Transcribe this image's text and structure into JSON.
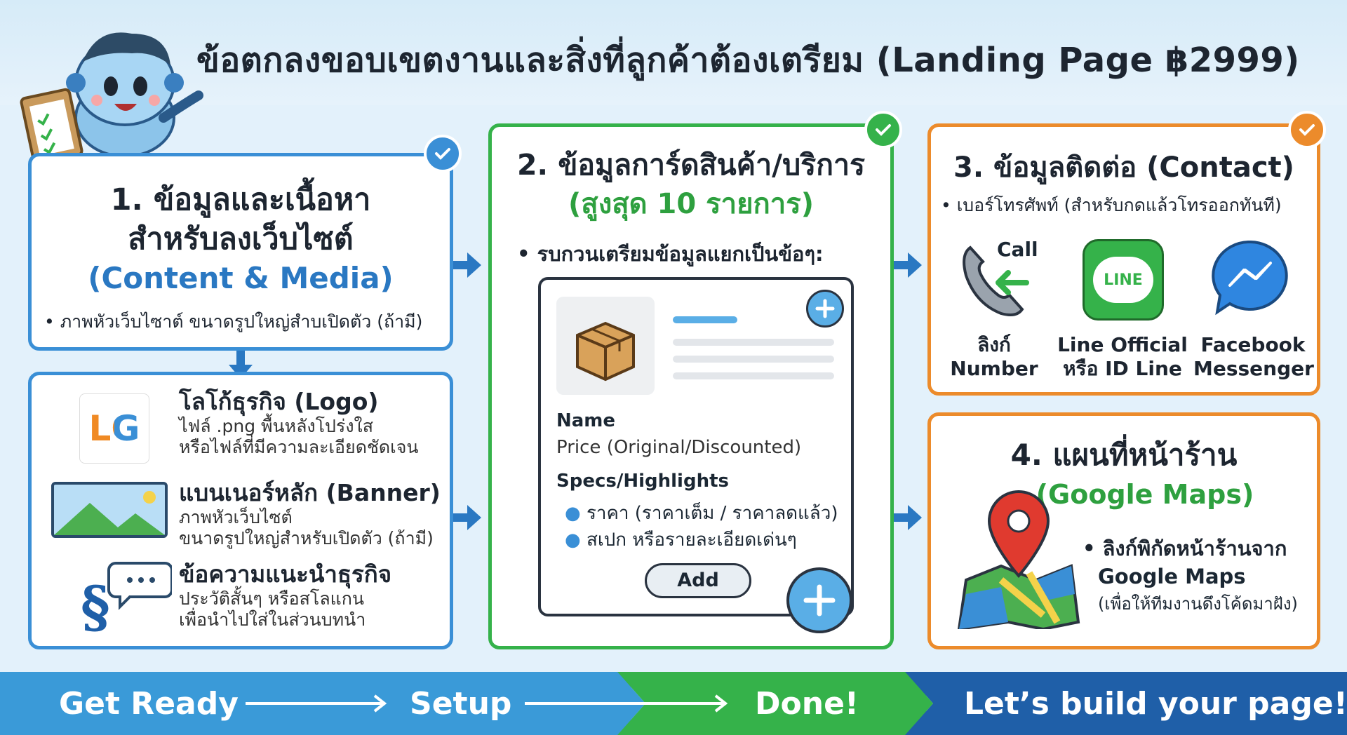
{
  "title": "ข้อตกลงขอบเขตงานและสิ่งที่ลูกค้าต้องเตรียม (Landing Page ฿2999)",
  "colors": {
    "blue": "#3a8fd6",
    "green": "#35b24a",
    "orange": "#ec8b2b",
    "navy": "#1f5fa8"
  },
  "card1": {
    "title_line1": "1. ข้อมูลและเนื้อหา",
    "title_line2": "สำหรับลงเว็บไซต์",
    "subtitle": "(Content & Media)",
    "bullet": "ภาพหัวเว็บไซาต์ ขนาดรูปใหญ่สำบเปิดตัว (ถ้ามี)"
  },
  "card1b": {
    "logo_badge": "LG",
    "items": [
      {
        "icon": "logo-icon",
        "title": "โลโก้ธุรกิจ (Logo)",
        "desc1": "ไฟล์ .png พื้นหลังโปร่งใส",
        "desc2": "หรือไฟล์ที่มีความละเอียดชัดเจน"
      },
      {
        "icon": "image-icon",
        "title": "แบนเนอร์หลัก (Banner)",
        "desc1": "ภาพหัวเว็บไซต์",
        "desc2": "ขนาดรูปใหญ่สำหรับเปิดตัว (ถ้ามี)"
      },
      {
        "icon": "text-icon",
        "title": "ข้อความแนะนำธุรกิจ",
        "desc1": "ประวัติสั้นๆ หรือสโลแกน",
        "desc2": "เพื่อนำไปใส่ในส่วนบทนำ"
      }
    ]
  },
  "card2": {
    "title": "2. ข้อมูลการ์ดสินค้า/บริการ",
    "subtitle": "(สูงสุด 10 รายการ)",
    "bullet": "รบกวนเตรียมข้อมูลแยกเป็นข้อๆ:",
    "product": {
      "name": "Name",
      "price": "Price (Original/Discounted)",
      "specs": "Specs/Highlights",
      "list": [
        "ราคา (ราคาเต็ม / ราคาลดแล้ว)",
        "สเปก หรือรายละเอียดเด่นๆ"
      ],
      "add": "Add"
    }
  },
  "card3": {
    "title": "3. ข้อมูลติดต่อ (Contact)",
    "bullet": "เบอร์โทรศัพท์ (สำหรับกดแล้วโทรออกทันที)",
    "call_label": "Call",
    "line_badge": "LINE",
    "contacts": [
      {
        "l1": "ลิงก์",
        "l2": "Number"
      },
      {
        "l1": "Line Official",
        "l2": "หรือ ID Line"
      },
      {
        "l1": "Facebook",
        "l2": "Messenger"
      }
    ]
  },
  "card4": {
    "title": "4. แผนที่หน้าร้าน",
    "subtitle": "(Google Maps)",
    "bullet_l1": "ลิงก์พิกัดหน้าร้านจาก",
    "bullet_l2": "Google Maps",
    "note": "(เพื่อให้ทีมงานดึงโค้ดมาฝัง)"
  },
  "footer": {
    "step1": "Get Ready",
    "step2": "Setup",
    "step3": "Done!",
    "cta": "Let’s build your page!"
  }
}
